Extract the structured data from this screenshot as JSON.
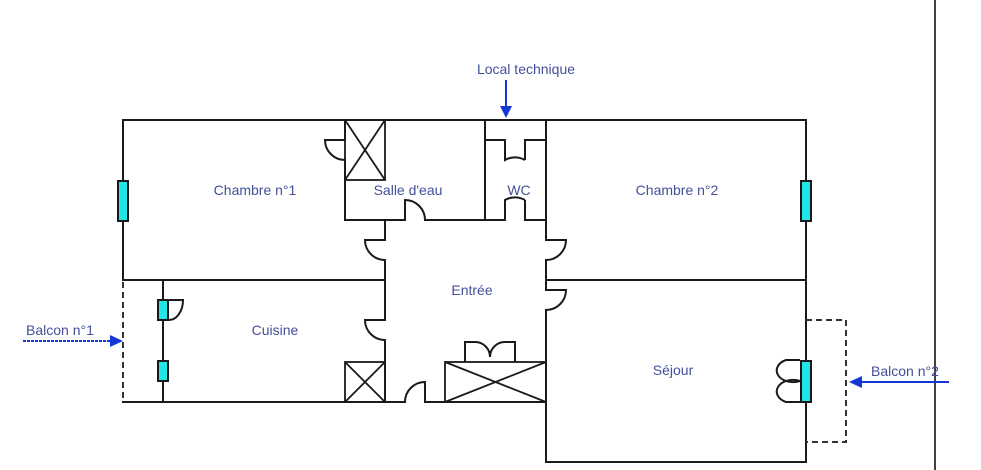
{
  "diagram": {
    "type": "floor-plan",
    "rooms": [
      {
        "id": "chambre1",
        "label": "Chambre n°1"
      },
      {
        "id": "salle_eau",
        "label": "Salle d'eau"
      },
      {
        "id": "wc",
        "label": "WC"
      },
      {
        "id": "chambre2",
        "label": "Chambre n°2"
      },
      {
        "id": "entree",
        "label": "Entrée"
      },
      {
        "id": "cuisine",
        "label": "Cuisine"
      },
      {
        "id": "sejour",
        "label": "Séjour"
      }
    ],
    "annotations": [
      {
        "id": "local_technique",
        "label": "Local technique",
        "arrow": "down"
      },
      {
        "id": "balcon1",
        "label": "Balcon n°1",
        "arrow": "right"
      },
      {
        "id": "balcon2",
        "label": "Balcon n°2",
        "arrow": "left"
      }
    ],
    "colors": {
      "wall": "#1a1a1a",
      "window": "#22e5e5",
      "label": "#44509a",
      "arrow": "#1436d6"
    }
  }
}
